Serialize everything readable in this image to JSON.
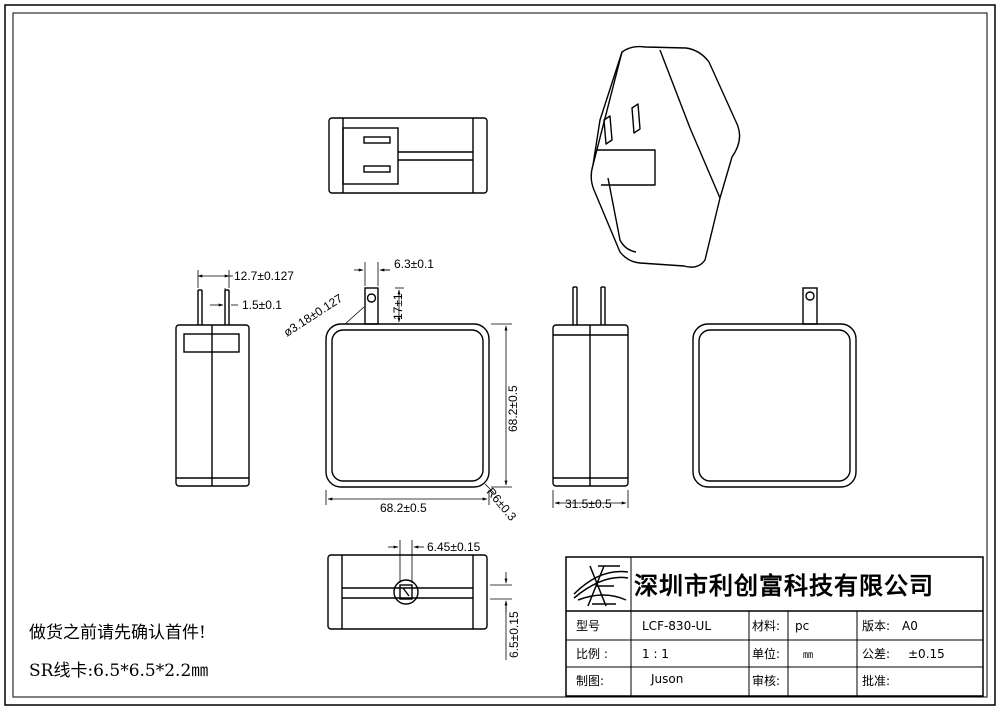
{
  "drawing": {
    "dimensions": {
      "prong_spacing": "12.7±0.127",
      "prong_thickness": "1.5±0.1",
      "prong_width": "6.3±0.1",
      "hole_diameter": "ø3.18±0.127",
      "prong_length": "17±1",
      "height": "68.2±0.5",
      "width": "68.2±0.5",
      "corner_radius": "R6±0.3",
      "depth": "31.5±0.5",
      "port_width": "6.45±0.15",
      "port_height": "6.5±0.15"
    },
    "notes": {
      "first_article": "做货之前请先确认首件!",
      "wire_clip": "SR线卡:6.5*6.5*2.2㎜"
    }
  },
  "title_block": {
    "company": "深圳市利创富科技有限公司",
    "model_label": "型号",
    "model_value": "LCF-830-UL",
    "material_label": "材料:",
    "material_value": "pc",
    "version_label": "版本:",
    "version_value": "A0",
    "scale_label": "比例 :",
    "scale_value": "1 : 1",
    "unit_label": "单位:",
    "unit_value": "㎜",
    "tolerance_label": "公差:",
    "tolerance_value": "±0.15",
    "drawn_label": "制图:",
    "drawn_value": "Juson",
    "review_label": "审核:",
    "approve_label": "批准:"
  }
}
